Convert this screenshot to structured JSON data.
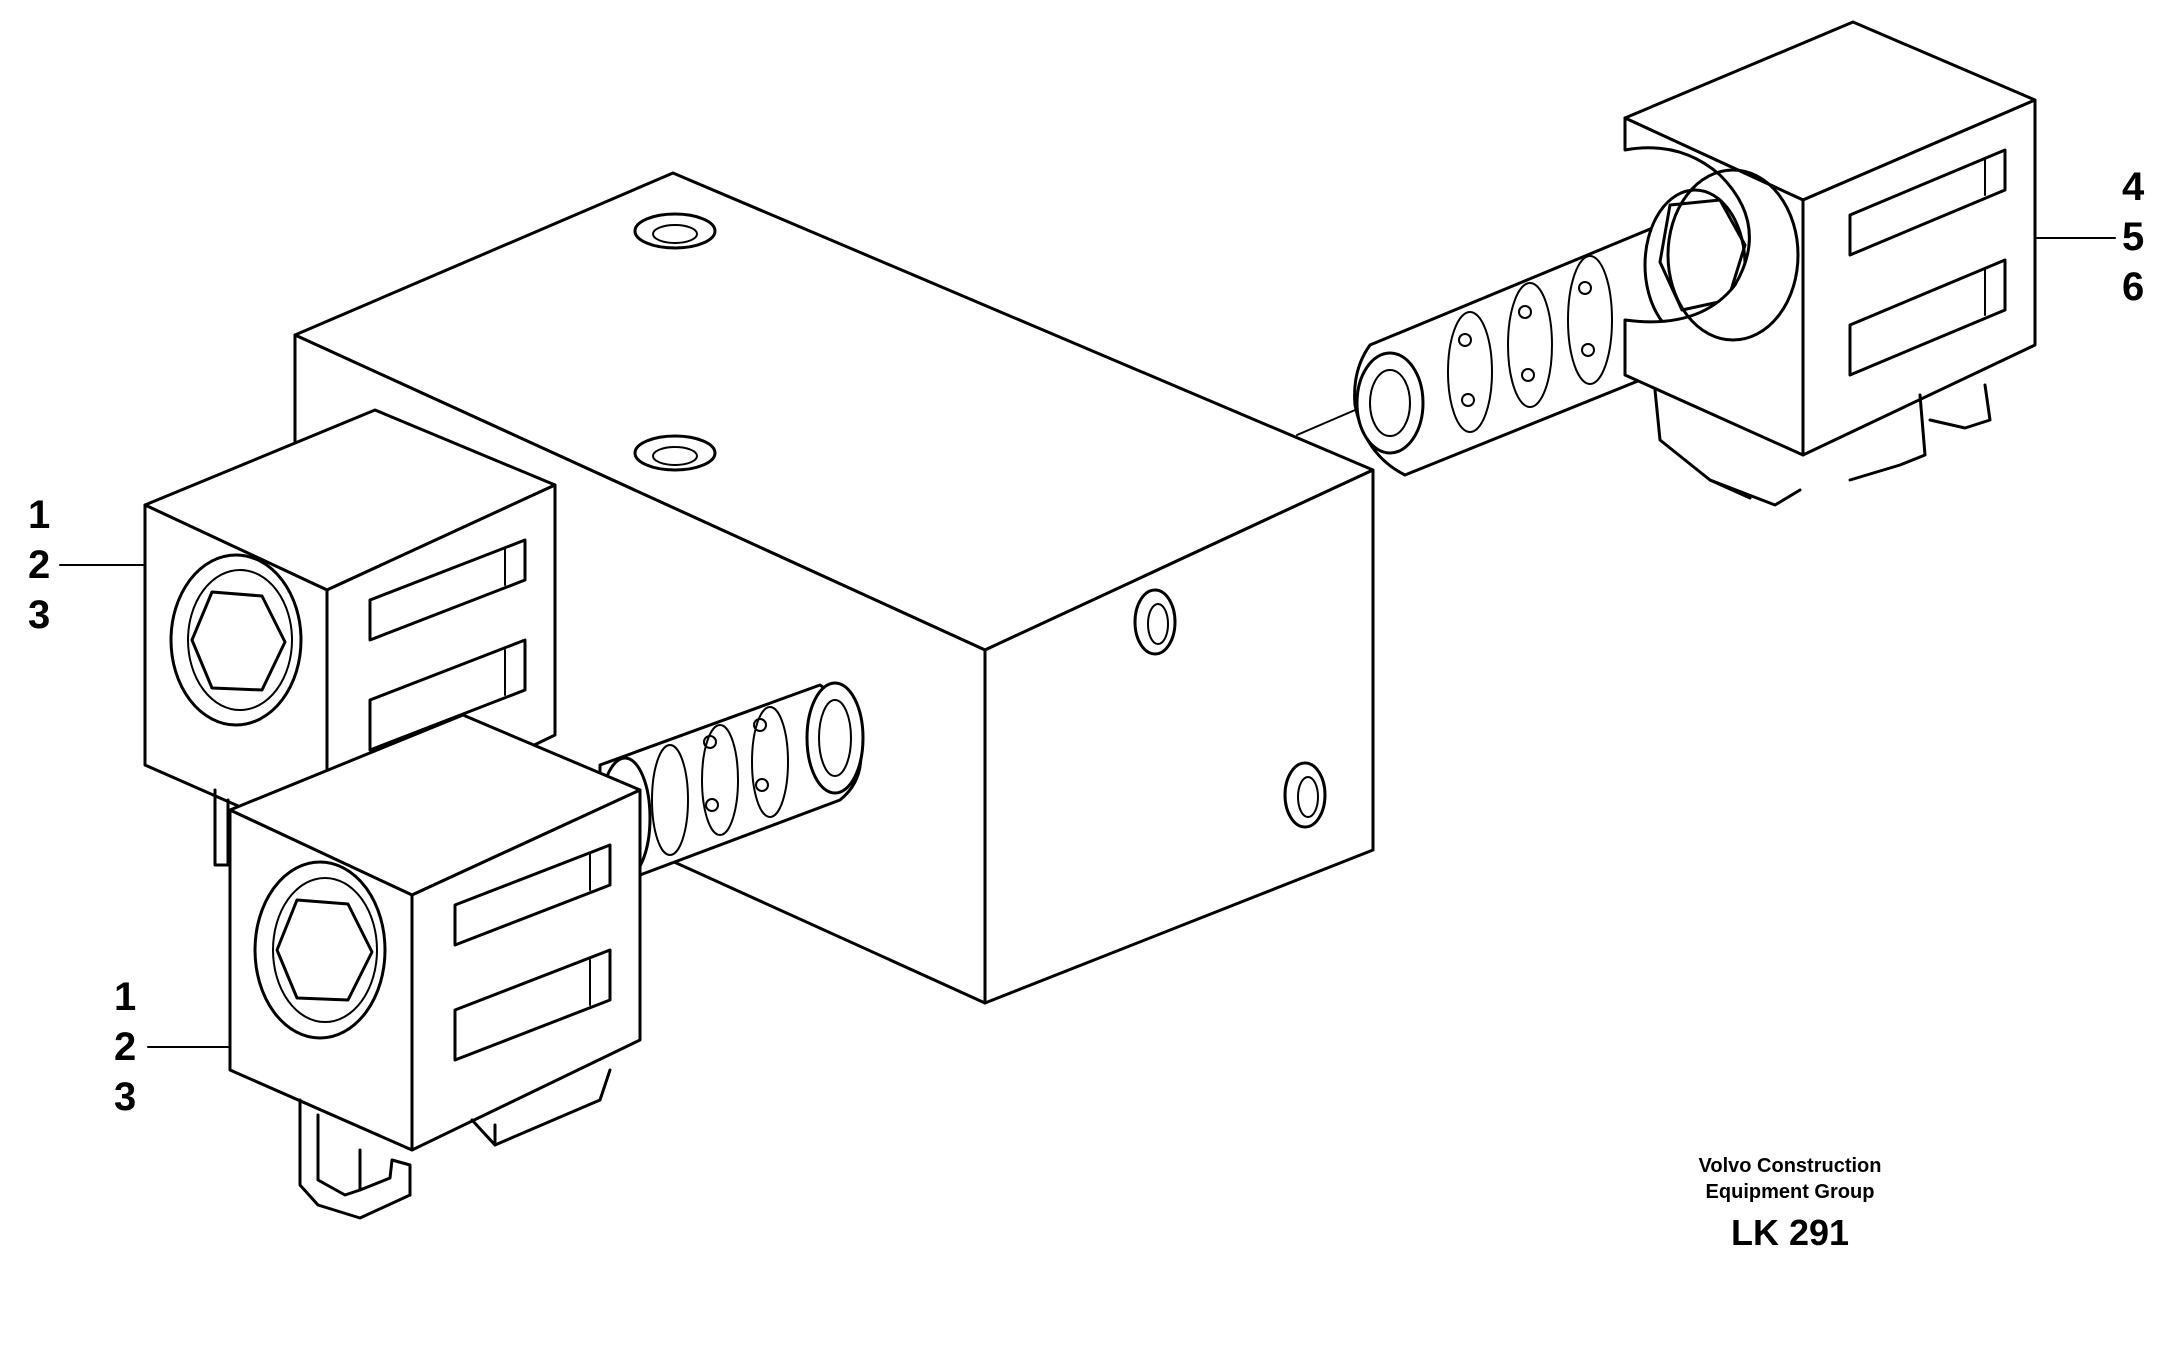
{
  "callouts": {
    "left_upper": [
      "1",
      "2",
      "3"
    ],
    "left_lower": [
      "1",
      "2",
      "3"
    ],
    "right_upper": [
      "4",
      "5",
      "6"
    ]
  },
  "credit": {
    "line1": "Volvo Construction",
    "line2": "Equipment Group",
    "code": "LK 291"
  }
}
